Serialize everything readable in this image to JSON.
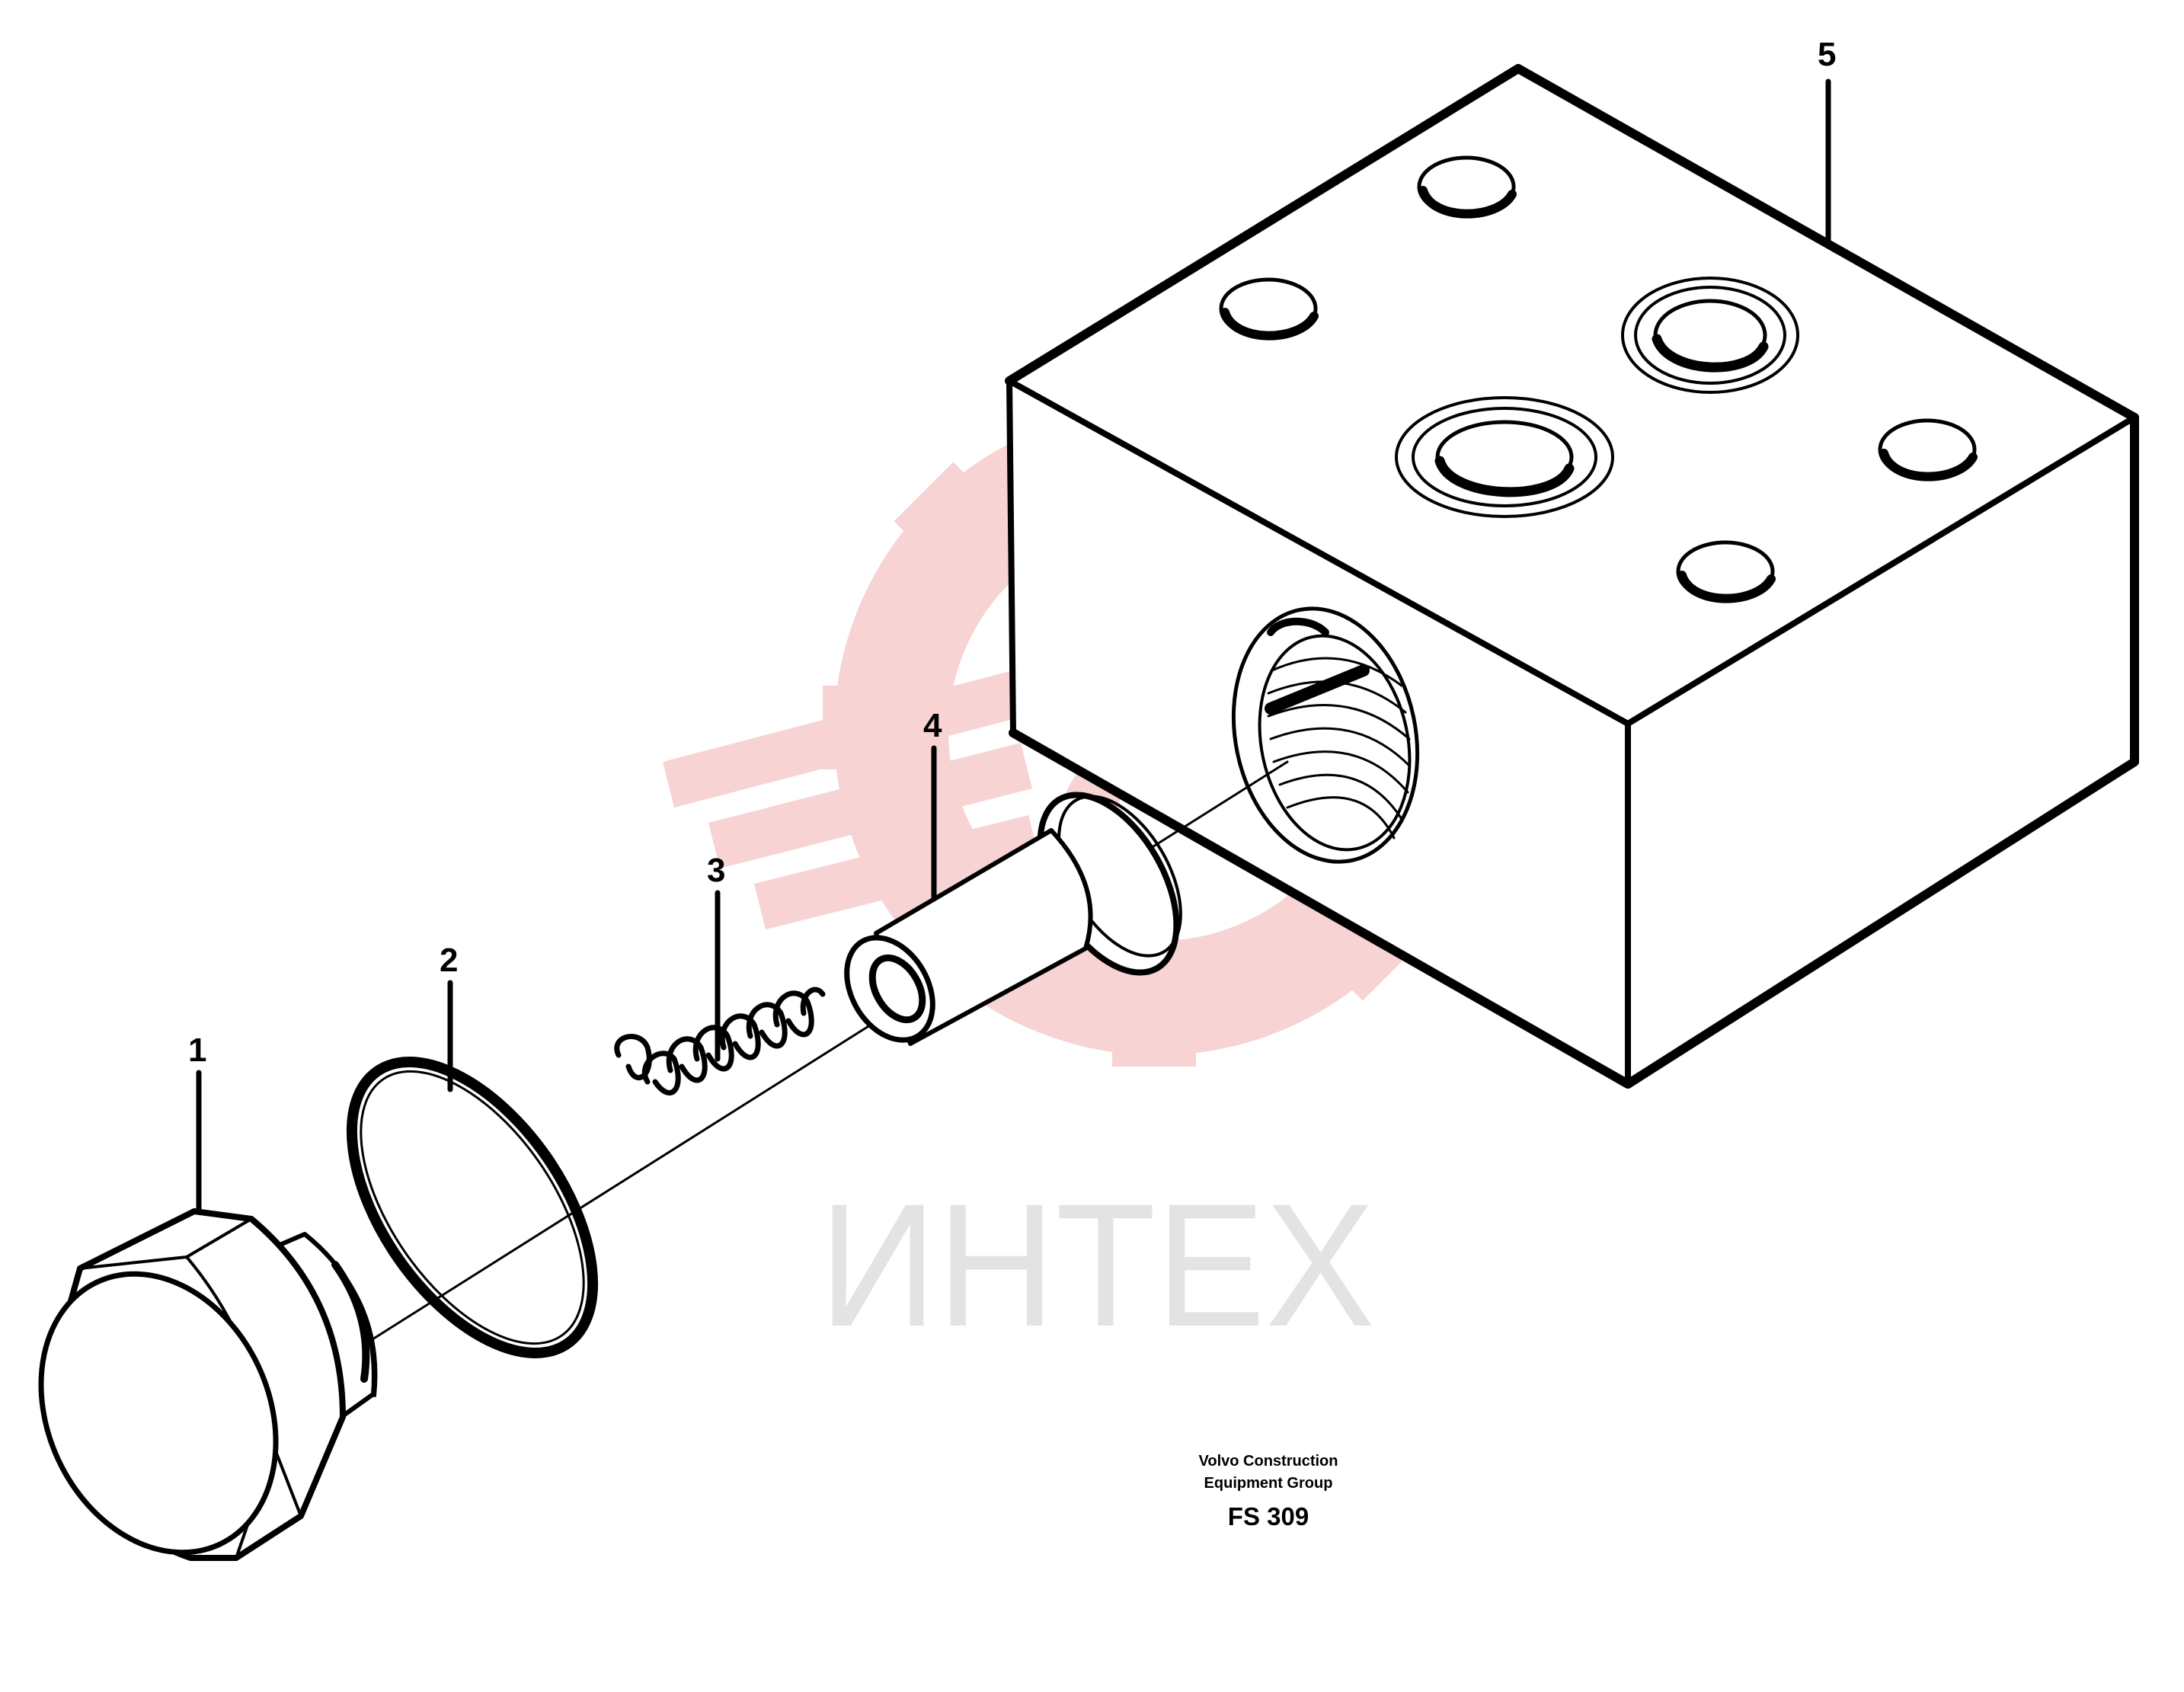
{
  "watermark": {
    "text": "ИНТЕХ",
    "text_color": "#e3e3e3",
    "logo_color": "#f7d3d3",
    "logo": "gear-logo"
  },
  "callouts": [
    {
      "id": "1",
      "label": "1",
      "part": "hex-plug"
    },
    {
      "id": "2",
      "label": "2",
      "part": "o-ring"
    },
    {
      "id": "3",
      "label": "3",
      "part": "spring"
    },
    {
      "id": "4",
      "label": "4",
      "part": "valve-sleeve"
    },
    {
      "id": "5",
      "label": "5",
      "part": "valve-block"
    }
  ],
  "footer": {
    "line1": "Volvo Construction",
    "line2": "Equipment Group",
    "code": "FS 309"
  }
}
